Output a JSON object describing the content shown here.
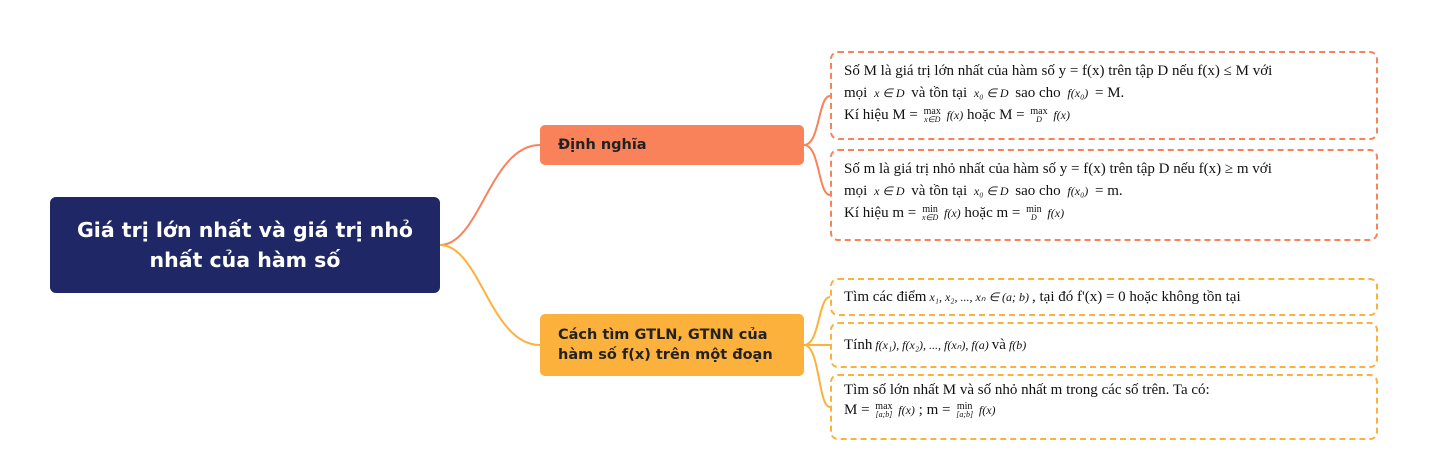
{
  "root": {
    "title": "Giá trị lớn nhất và giá trị nhỏ nhất của hàm số"
  },
  "branches": [
    {
      "label": "Định nghĩa",
      "leaves": [
        {
          "line1": "Số M là giá trị lớn nhất của hàm số y = f(x) trên tập D nếu f(x) ≤ M với",
          "line2_a": "mọi",
          "line2_m1": "x ∈ D",
          "line2_b": "và tồn tại",
          "line2_m2": "x₀ ∈ D",
          "line2_c": "sao cho",
          "line2_m3": "f(x₀)",
          "line2_d": "= M.",
          "line3_a": "Kí hiệu M =",
          "op1_top": "max",
          "op1_sub": "x∈D",
          "fx1": "f(x)",
          "line3_b": "hoặc M =",
          "op2_top": "max",
          "op2_sub": "D",
          "fx2": "f(x)"
        },
        {
          "line1": "Số m là giá trị nhỏ nhất của hàm số y = f(x) trên tập D nếu f(x) ≥ m với",
          "line2_a": "mọi",
          "line2_m1": "x ∈ D",
          "line2_b": "và tồn tại",
          "line2_m2": "x₀ ∈ D",
          "line2_c": "sao cho",
          "line2_m3": "f(x₀)",
          "line2_d": "= m.",
          "line3_a": "Kí hiệu m =",
          "op1_top": "min",
          "op1_sub": "x∈D",
          "fx1": "f(x)",
          "line3_b": "hoặc m =",
          "op2_top": "min",
          "op2_sub": "D",
          "fx2": "f(x)"
        }
      ]
    },
    {
      "label": "Cách tìm GTLN, GTNN của hàm số f(x) trên một đoạn",
      "leaves": [
        {
          "a": "Tìm các điểm",
          "m": "x₁, x₂, ..., xₙ ∈ (a; b)",
          "b": ", tại đó f'(x) = 0 hoặc không tồn tại"
        },
        {
          "a": "Tính",
          "m": "f(x₁), f(x₂), ..., f(xₙ), f(a)",
          "b": "và",
          "m2": "f(b)"
        },
        {
          "line1": "Tìm số lớn nhất M và số nhỏ nhất m trong các số trên. Ta có:",
          "a": "M =",
          "op1_top": "max",
          "op1_sub": "[a;b]",
          "fx1": "f(x)",
          "b": "; m =",
          "op2_top": "min",
          "op2_sub": "[a;b]",
          "fx2": "f(x)"
        }
      ]
    }
  ],
  "colors": {
    "root": "#1f2766",
    "branch1": "#f9825a",
    "branch2": "#fbb13c"
  }
}
